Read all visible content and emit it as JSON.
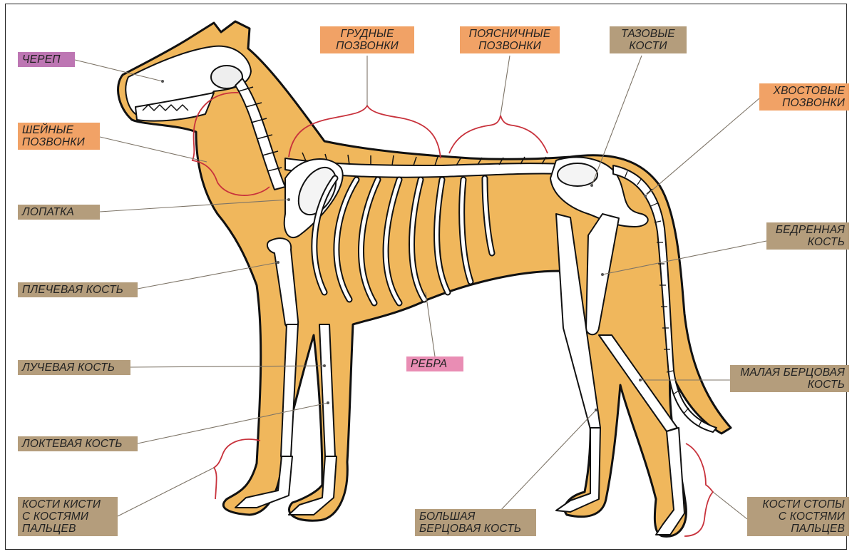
{
  "labels": {
    "skull": "ЧЕРЕП",
    "thoracic": "ГРУДНЫЕ\nПОЗВОНКИ",
    "lumbar": "ПОЯСНИЧНЫЕ\nПОЗВОНКИ",
    "pelvic": "ТАЗОВЫЕ\nКОСТИ",
    "tail": "ХВОСТОВЫЕ\nПОЗВОНКИ",
    "cervical": "ШЕЙНЫЕ\nПОЗВОНКИ",
    "scapula": "ЛОПАТКА",
    "femur": "БЕДРЕННАЯ\nКОСТЬ",
    "humerus": "ПЛЕЧЕВАЯ КОСТЬ",
    "ribs": "РЕБРА",
    "radius": "ЛУЧЕВАЯ КОСТЬ",
    "fibula": "МАЛАЯ БЕРЦОВАЯ\nКОСТЬ",
    "ulna": "ЛОКТЕВАЯ КОСТЬ",
    "forepaw": "КОСТИ КИСТИ\nС КОСТЯМИ\nПАЛЬЦЕВ",
    "tibia": "БОЛЬШАЯ\nБЕРЦОВАЯ КОСТЬ",
    "hindpaw": "КОСТИ СТОПЫ\nС КОСТЯМИ\nПАЛЬЦЕВ"
  },
  "colors": {
    "body": "#f0b75c",
    "bone": "#ffffff",
    "outline": "#111111",
    "bracket": "#c8323c",
    "leader": "#7d7467",
    "tan_label": "#b49d7c",
    "orange_label": "#f1a266",
    "purple_label": "#bd76b3",
    "pink_label": "#e98db4"
  }
}
